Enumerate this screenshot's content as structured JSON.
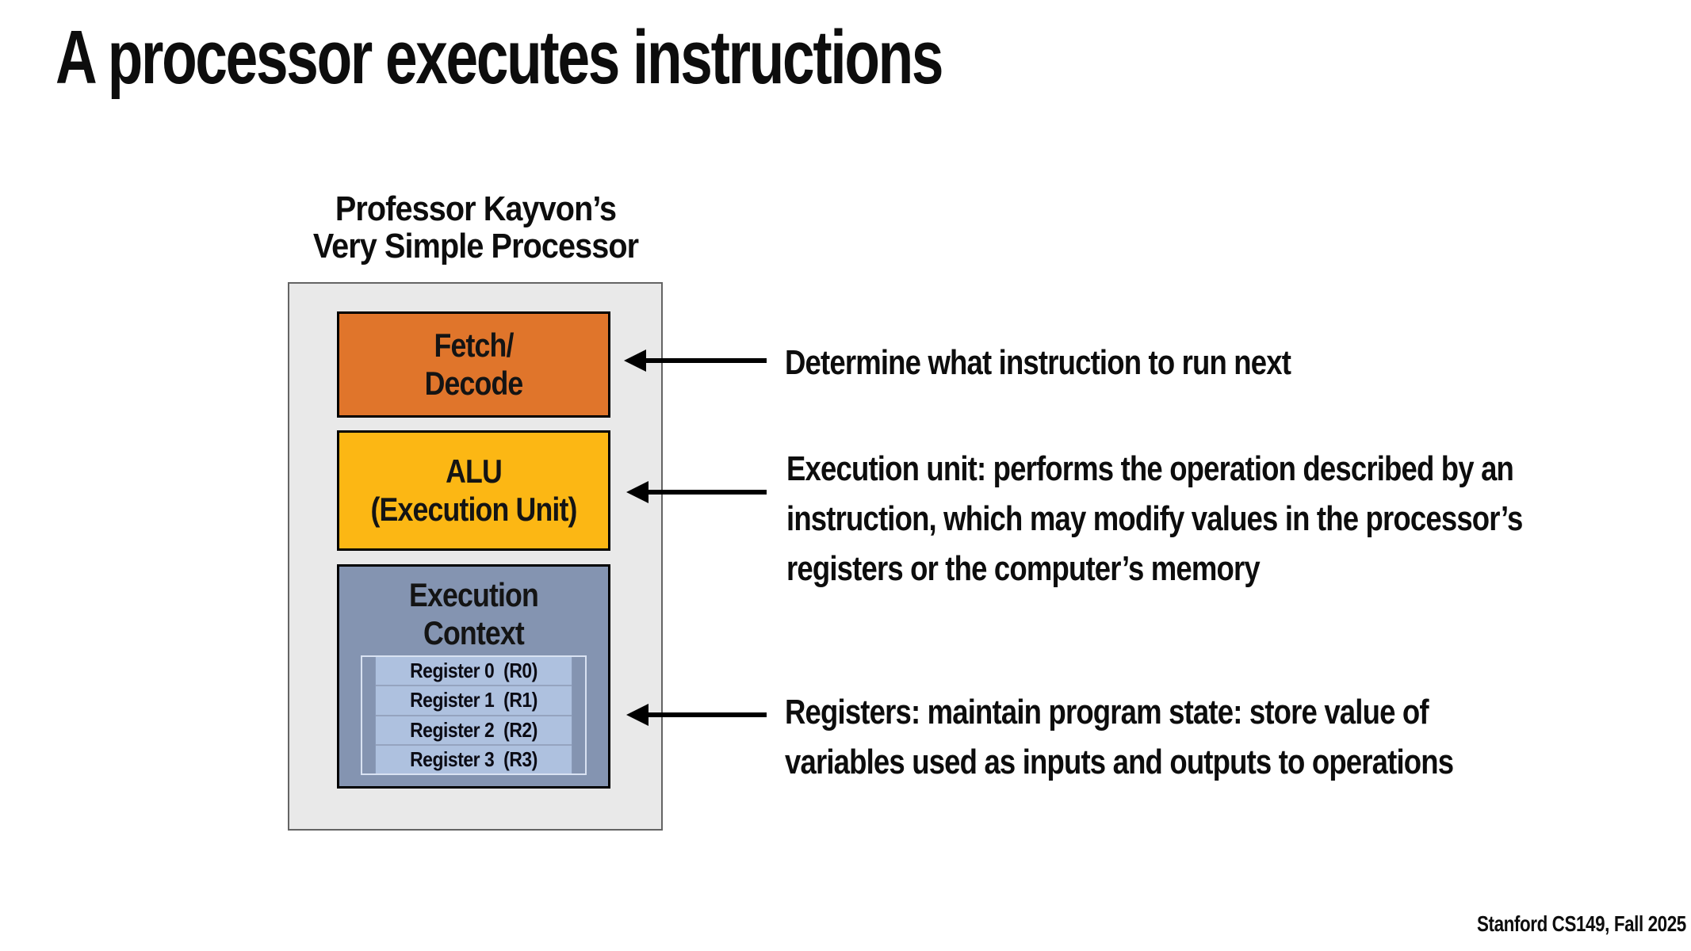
{
  "slide": {
    "title": "A processor executes instructions",
    "footer": "Stanford CS149, Fall 2025"
  },
  "processor": {
    "label": {
      "line1": "Professor Kayvon’s",
      "line2": "Very Simple Processor"
    },
    "fetch_decode": {
      "line1": "Fetch/",
      "line2": "Decode"
    },
    "alu": {
      "line1": "ALU",
      "line2": "(Execution Unit)"
    },
    "execution_context": {
      "line1": "Execution",
      "line2": "Context"
    },
    "registers": [
      "Register 0  (R0)",
      "Register 1  (R1)",
      "Register 2  (R2)",
      "Register 3  (R3)"
    ]
  },
  "annotations": {
    "fetch": {
      "lines": [
        "Determine what instruction to run next"
      ]
    },
    "alu": {
      "lines": [
        "Execution unit: performs the operation described by an",
        "instruction, which may modify values in the processor’s",
        "registers or the computer’s memory"
      ]
    },
    "registers": {
      "lines": [
        "Registers: maintain program state: store value of",
        "variables used as inputs and outputs to operations"
      ]
    }
  },
  "colors": {
    "fetch_decode_fill": "#e0752b",
    "alu_fill": "#fcb714",
    "execution_context_fill": "#8494b1",
    "register_row_fill": "#aec1df",
    "register_border": "#d9e2f2",
    "processor_fill": "#e9e9e9",
    "processor_border": "#646464",
    "arrow_color": "#000000",
    "text_color": "#0d0d0d"
  }
}
